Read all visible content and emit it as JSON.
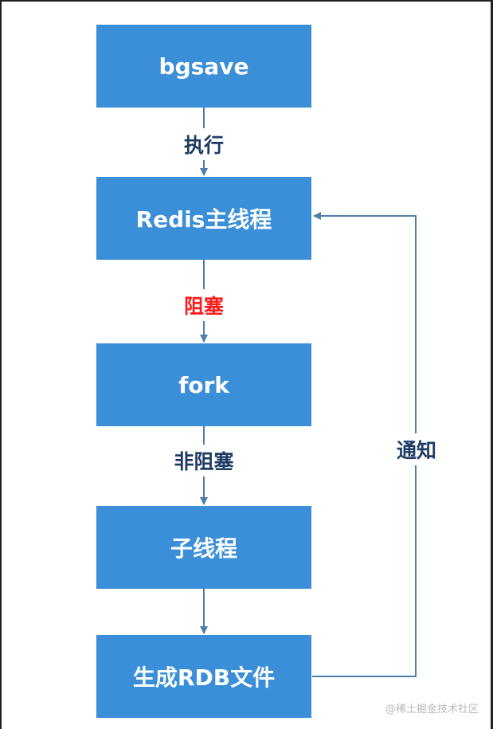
{
  "nodes": {
    "bgsave": "bgsave",
    "main_thread": "Redis主线程",
    "fork": "fork",
    "child_thread": "子线程",
    "generate_rdb": "生成RDB文件"
  },
  "edges": {
    "exec": "执行",
    "block": "阻塞",
    "non_block": "非阻塞",
    "notify": "通知"
  },
  "watermark": "@稀土掘金技术社区",
  "colors": {
    "box_fill": "#3a8fd8",
    "box_text": "#ffffff",
    "edge_label": "#1f3b63",
    "block_label": "#ff1a1a",
    "arrow": "#4f7eaa"
  }
}
